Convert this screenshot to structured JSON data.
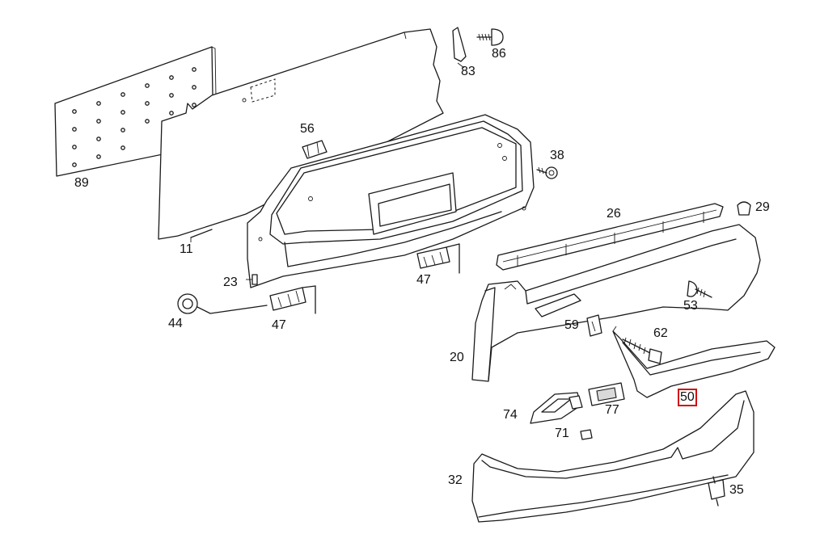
{
  "diagram": {
    "highlight_color": "#d01010",
    "highlighted_part": "50",
    "parts": [
      {
        "id": "p89",
        "label": "89"
      },
      {
        "id": "p11",
        "label": "11"
      },
      {
        "id": "p56",
        "label": "56"
      },
      {
        "id": "p83",
        "label": "83"
      },
      {
        "id": "p86",
        "label": "86"
      },
      {
        "id": "p38",
        "label": "38"
      },
      {
        "id": "p23",
        "label": "23"
      },
      {
        "id": "p47a",
        "label": "47"
      },
      {
        "id": "p47b",
        "label": "47"
      },
      {
        "id": "p44",
        "label": "44"
      },
      {
        "id": "p26",
        "label": "26"
      },
      {
        "id": "p29",
        "label": "29"
      },
      {
        "id": "p53",
        "label": "53"
      },
      {
        "id": "p20",
        "label": "20"
      },
      {
        "id": "p59",
        "label": "59"
      },
      {
        "id": "p62",
        "label": "62"
      },
      {
        "id": "p50",
        "label": "50"
      },
      {
        "id": "p74",
        "label": "74"
      },
      {
        "id": "p77",
        "label": "77"
      },
      {
        "id": "p71",
        "label": "71"
      },
      {
        "id": "p32",
        "label": "32"
      },
      {
        "id": "p35",
        "label": "35"
      }
    ]
  }
}
